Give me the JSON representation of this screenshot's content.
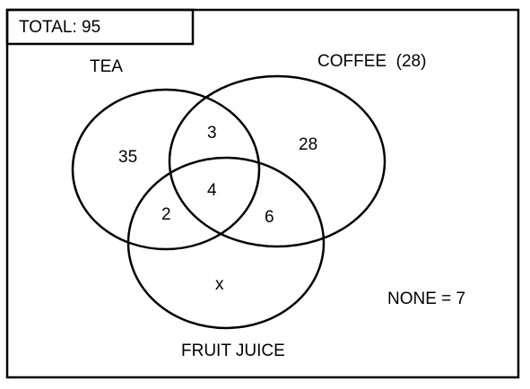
{
  "total": {
    "text": "TOTAL: 95"
  },
  "sets": {
    "tea": {
      "label": "TEA"
    },
    "coffee": {
      "label": "COFFEE  (28)"
    },
    "juice": {
      "label": "FRUIT JUICE"
    }
  },
  "regions": {
    "tea_only": "35",
    "tea_coffee": "3",
    "coffee_only": "28",
    "all_three": "4",
    "tea_juice": "2",
    "coffee_juice": "6",
    "juice_only": "x"
  },
  "none": {
    "text": "NONE = 7"
  },
  "colors": {
    "stroke": "#000000",
    "background": "#ffffff"
  }
}
